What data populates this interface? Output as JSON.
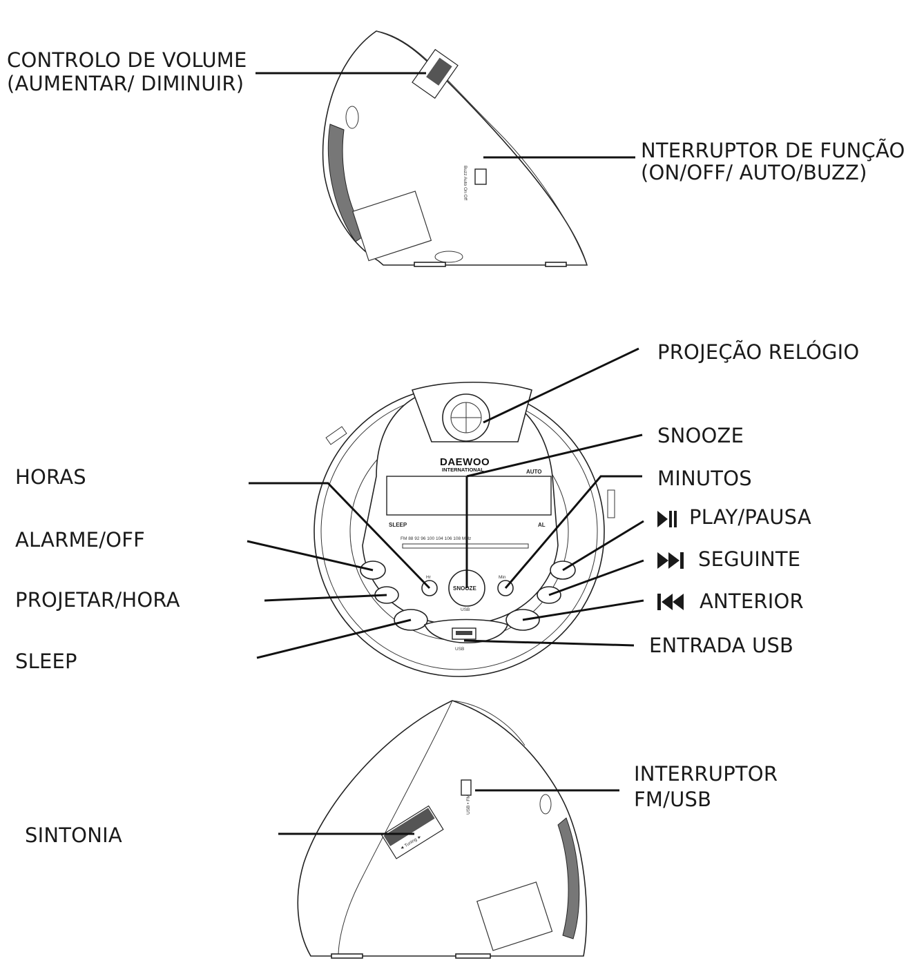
{
  "labels": {
    "volume": [
      "CONTROLO DE VOLUME",
      "(AUMENTAR/ DIMINUIR)"
    ],
    "function_switch": [
      "NTERRUPTOR DE FUNÇÃO",
      "(ON/OFF/ AUTO/BUZZ)"
    ],
    "projection": "PROJEÇÃO RELÓGIO",
    "snooze": "SNOOZE",
    "hours": "HORAS",
    "minutes": "MINUTOS",
    "alarm_off": "ALARME/OFF",
    "play_pause": "PLAY/PAUSA",
    "next": "SEGUINTE",
    "project_time": "PROJETAR/HORA",
    "previous": "ANTERIOR",
    "usb_input": "ENTRADA USB",
    "sleep": "SLEEP",
    "fm_usb_switch": [
      "INTERRUPTOR",
      "FM/USB"
    ],
    "tuning": "SINTONIA"
  },
  "device": {
    "brand": "DAEWOO",
    "brand_sub": "INTERNATIONAL",
    "display_auto": "AUTO",
    "display_sleep": "SLEEP",
    "display_al": "AL",
    "fm_scale": "FM 88 92 96 100 104 106 108 MHz",
    "snooze_button": "SNOOZE",
    "hr_button": "Hr",
    "min_button": "Min",
    "usb_port": "USB",
    "usb_top": "USB",
    "tuning_text": "◄ Tuning ►",
    "switch_fm_usb": "USB • FM",
    "switch_function": "Buzz Auto On Off"
  }
}
